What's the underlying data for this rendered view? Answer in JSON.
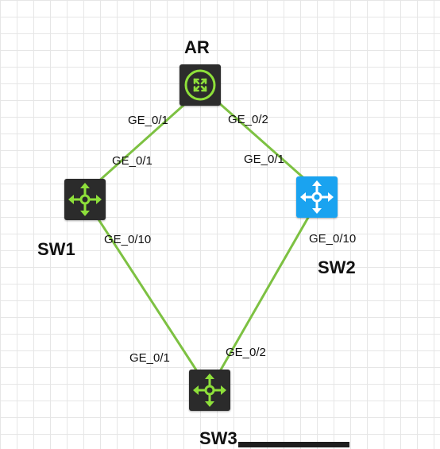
{
  "colors": {
    "link": "#7dc142",
    "router_bg": "#2c2c2c",
    "switch_dark_bg": "#2b2b2b",
    "switch_blue_bg": "#1aa3f0",
    "icon_green": "#8ee03a",
    "icon_white": "#ffffff"
  },
  "devices": {
    "ar": {
      "label": "AR",
      "type": "router",
      "icon": "router-icon"
    },
    "sw1": {
      "label": "SW1",
      "type": "switch-dark",
      "icon": "switch-icon"
    },
    "sw2": {
      "label": "SW2",
      "type": "switch-blue",
      "icon": "switch-icon"
    },
    "sw3": {
      "label": "SW3",
      "type": "switch-dark",
      "icon": "switch-icon"
    }
  },
  "links": [
    {
      "from": "ar",
      "to": "sw1",
      "from_port": "GE_0/1",
      "to_port": "GE_0/1"
    },
    {
      "from": "ar",
      "to": "sw2",
      "from_port": "GE_0/2",
      "to_port": "GE_0/1"
    },
    {
      "from": "sw1",
      "to": "sw3",
      "from_port": "GE_0/10",
      "to_port": "GE_0/1"
    },
    {
      "from": "sw2",
      "to": "sw3",
      "from_port": "GE_0/10",
      "to_port": "GE_0/2"
    }
  ]
}
